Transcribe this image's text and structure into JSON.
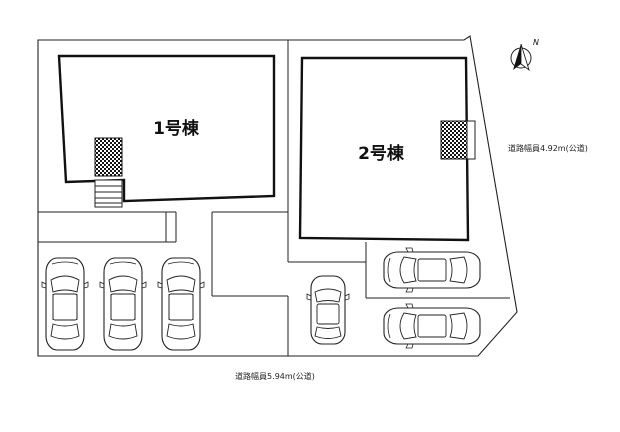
{
  "buildings": [
    {
      "id": "b1",
      "label": "1号棟"
    },
    {
      "id": "b2",
      "label": "2号棟"
    }
  ],
  "roads": {
    "east_label": "道路幅員4.92m(公道)",
    "south_label": "道路幅員5.94m(公道)"
  },
  "north_indicator": {
    "label": "N",
    "icon": "north-arrow-icon"
  },
  "parking": {
    "vertical_cars": 3,
    "compact_cars": 1,
    "horizontal_cars": 2
  }
}
